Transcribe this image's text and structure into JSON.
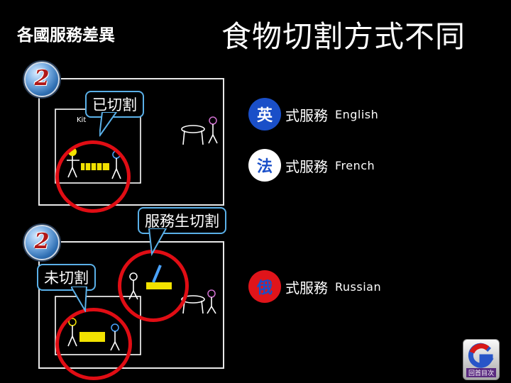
{
  "section_title": "各國服務差異",
  "main_title": "食物切割方式不同",
  "panel1": {
    "badge_number": "2",
    "bubble_label": "已切割",
    "kitchen_label": "Kit"
  },
  "panel2": {
    "badge_number": "2",
    "bubble_label": "未切割",
    "waiter_bubble_label": "服務生切割"
  },
  "services": [
    {
      "key": "英",
      "label": "式服務",
      "english": "English",
      "disc_bg": "#1a4fc8",
      "disc_fg": "#ffffff"
    },
    {
      "key": "法",
      "label": "式服務",
      "english": "French",
      "disc_bg": "#ffffff",
      "disc_fg": "#1a4fc8"
    },
    {
      "key": "俄",
      "label": "式服務",
      "english": "Russian",
      "disc_bg": "#e0141a",
      "disc_fg": "#1a4fc8"
    }
  ],
  "menu_button": {
    "icon": "g-logo-icon",
    "label": "回首目次"
  },
  "colors": {
    "highlight_red": "#e00d14",
    "bubble_border": "#5ab0e8",
    "food_yellow": "#f2e200"
  }
}
